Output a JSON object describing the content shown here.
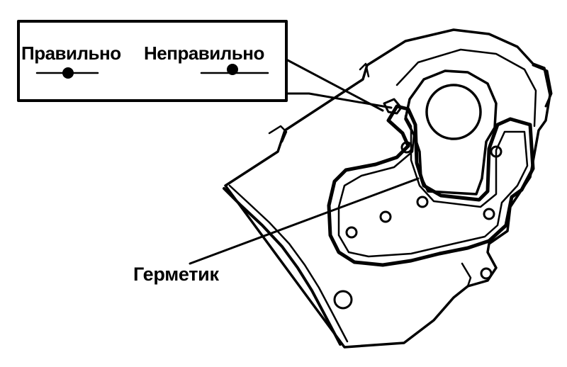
{
  "labels": {
    "correct": "Правильно",
    "incorrect": "Неправильно",
    "sealant": "Герметик"
  },
  "colors": {
    "ink": "#000000",
    "paper": "#ffffff"
  }
}
